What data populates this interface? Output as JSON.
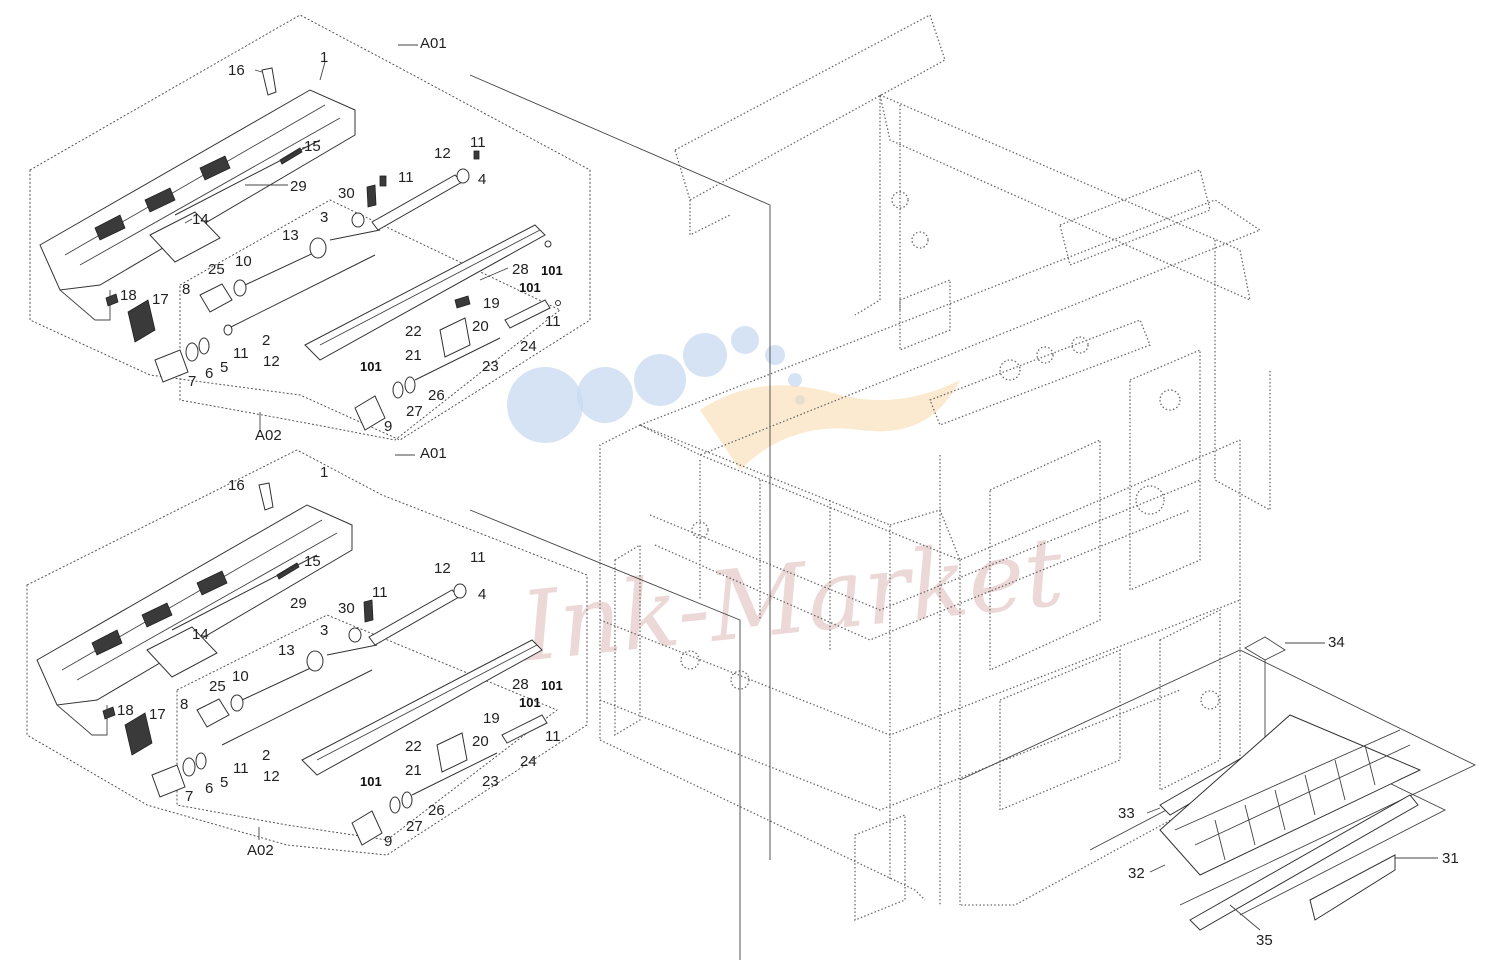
{
  "watermark": {
    "text": "Ink-Market",
    "circle_colors": [
      "#c7d9f2",
      "#f7d9a8"
    ]
  },
  "assemblies": [
    {
      "id": "upper",
      "group_labels": {
        "a01": "A01",
        "a02": "A02"
      },
      "labels": {
        "p1": "1",
        "p16": "16",
        "p15": "15",
        "p29": "29",
        "p14": "14",
        "p11a": "11",
        "p12a": "12",
        "p4": "4",
        "p30": "30",
        "p11b": "11",
        "p3": "3",
        "p13": "13",
        "p10": "10",
        "p25": "25",
        "p8": "8",
        "p18": "18",
        "p17": "17",
        "p28": "28",
        "p101a": "101",
        "p101b": "101",
        "p19": "19",
        "p11c": "11",
        "p22": "22",
        "p20": "20",
        "p21": "21",
        "p24": "24",
        "p2": "2",
        "p11d": "11",
        "p12b": "12",
        "p5": "5",
        "p6": "6",
        "p7": "7",
        "p101c": "101",
        "p23": "23",
        "p26": "26",
        "p27": "27",
        "p9": "9"
      }
    },
    {
      "id": "lower",
      "group_labels": {
        "a01": "A01",
        "a02": "A02"
      },
      "labels": {
        "p1": "1",
        "p16": "16",
        "p15": "15",
        "p29": "29",
        "p14": "14",
        "p11a": "11",
        "p12a": "12",
        "p4": "4",
        "p30": "30",
        "p11b": "11",
        "p3": "3",
        "p13": "13",
        "p10": "10",
        "p25": "25",
        "p8": "8",
        "p18": "18",
        "p17": "17",
        "p28": "28",
        "p101a": "101",
        "p101b": "101",
        "p19": "19",
        "p11c": "11",
        "p22": "22",
        "p20": "20",
        "p21": "21",
        "p24": "24",
        "p2": "2",
        "p11d": "11",
        "p12b": "12",
        "p5": "5",
        "p6": "6",
        "p7": "7",
        "p101c": "101",
        "p23": "23",
        "p26": "26",
        "p27": "27",
        "p9": "9"
      }
    }
  ],
  "frame_parts": {
    "p34": "34",
    "p33": "33",
    "p32": "32",
    "p31": "31",
    "p35": "35"
  }
}
